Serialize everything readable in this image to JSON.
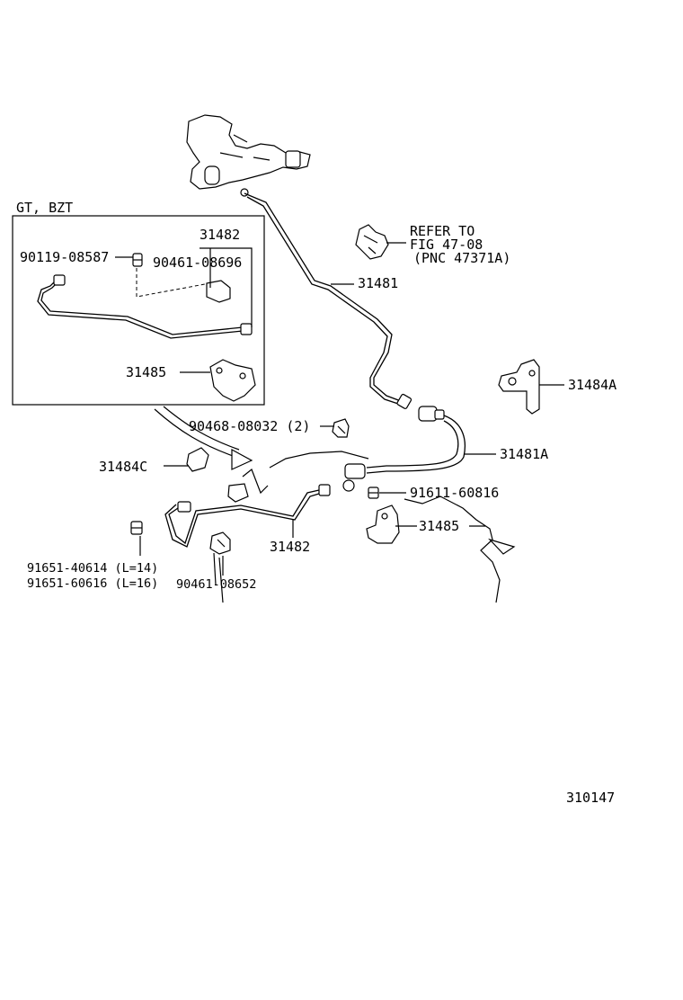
{
  "inset": {
    "title": "GT, BZT"
  },
  "labels": {
    "refer_line1": "REFER TO",
    "refer_line2": "FIG 47-08",
    "refer_line3": "(PNC 47371A)",
    "p31481": "31481",
    "p31482_inset": "31482",
    "p90119": "90119-08587",
    "p90461_08696": "90461-08696",
    "p31485_inset": "31485",
    "p31484A": "31484A",
    "p31481A": "31481A",
    "p90468": "90468-08032 (2)",
    "p31484C": "31484C",
    "p91611": "91611-60816",
    "p31485": "31485",
    "p31482": "31482",
    "p91651_40614": "91651-40614 (L=14)",
    "p91651_60616": "91651-60616 (L=16)",
    "p90461_08652": "90461-08652",
    "diagram_no": "310147"
  }
}
